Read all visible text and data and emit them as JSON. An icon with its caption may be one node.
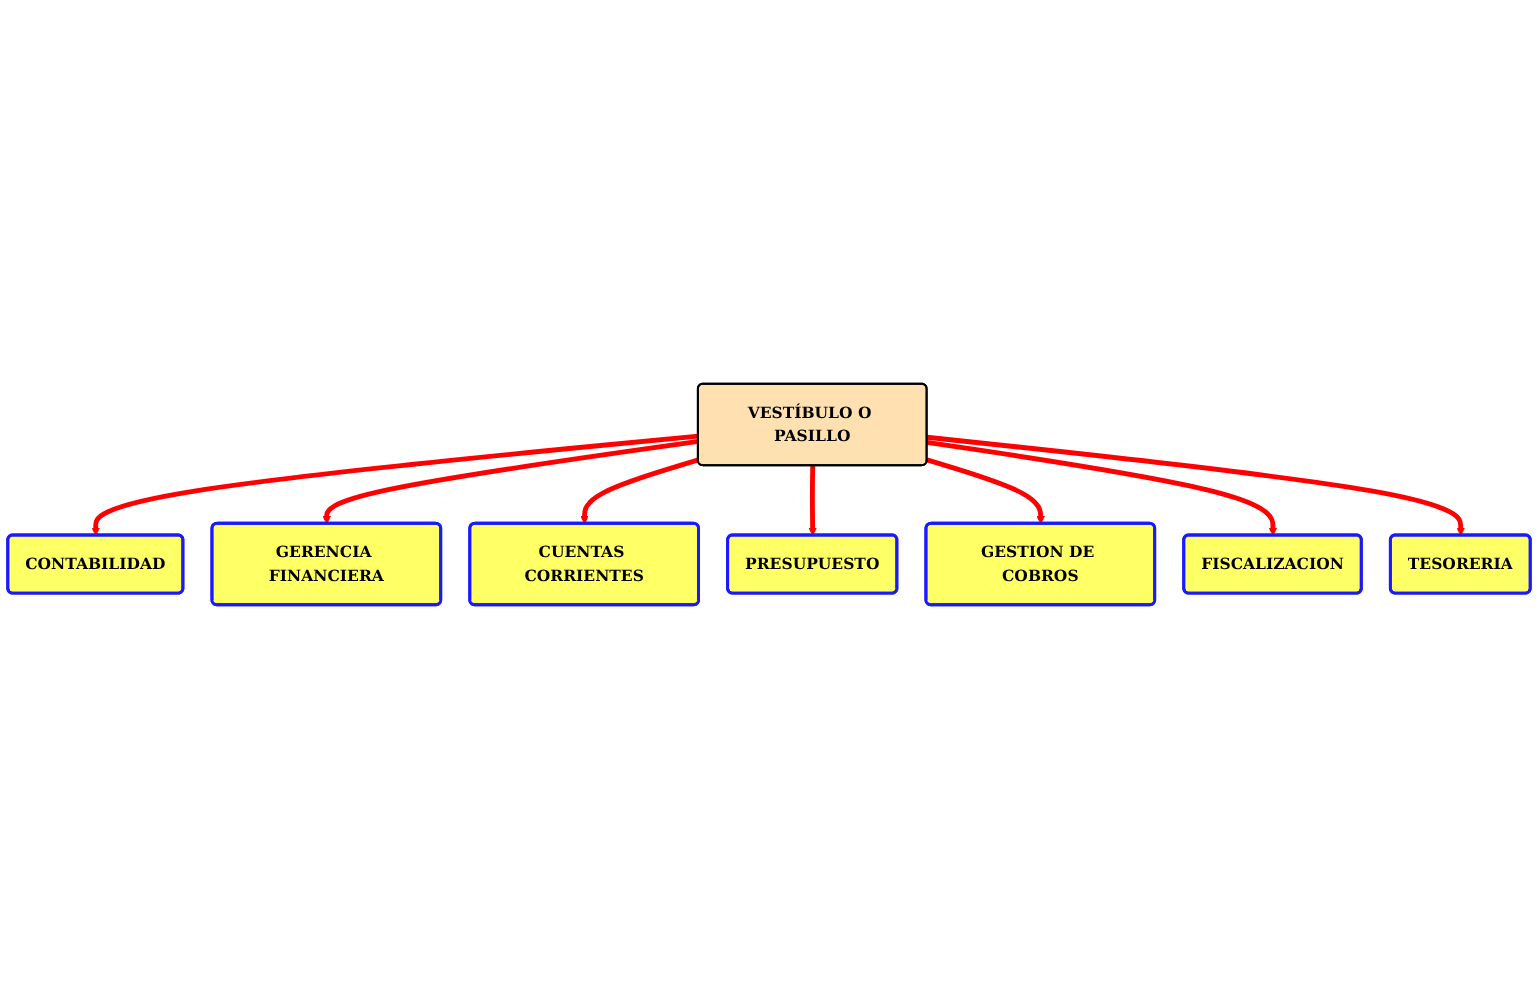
{
  "diagram": {
    "nodes": [
      {
        "text": [
          "CONTABILIDAD"
        ]
      },
      {
        "text": [
          "GERENCIA FINANCIERA"
        ]
      },
      {
        "text": [
          "CUENTAS CORRIENTES"
        ]
      },
      {
        "text": [
          "PRESUPUESTO"
        ]
      },
      {
        "text": [
          "VESTÍBULO O PASILLO"
        ]
      },
      {
        "text": [
          "GESTION DE COBROS"
        ]
      },
      {
        "text": [
          "FISCALIZACION"
        ]
      },
      {
        "text": [
          "TESORERIA"
        ]
      }
    ],
    "edges": [
      {
        "from": 4,
        "to": 0,
        "arrow": "to"
      },
      {
        "from": 4,
        "to": 1,
        "arrow": "to"
      },
      {
        "from": 4,
        "to": 2,
        "arrow": "to"
      },
      {
        "from": 4,
        "to": 3,
        "arrow": "to"
      },
      {
        "from": 4,
        "to": 5,
        "arrow": "to"
      },
      {
        "from": 4,
        "to": 6,
        "arrow": "to"
      },
      {
        "from": 4,
        "to": 7,
        "arrow": "to"
      }
    ]
  }
}
